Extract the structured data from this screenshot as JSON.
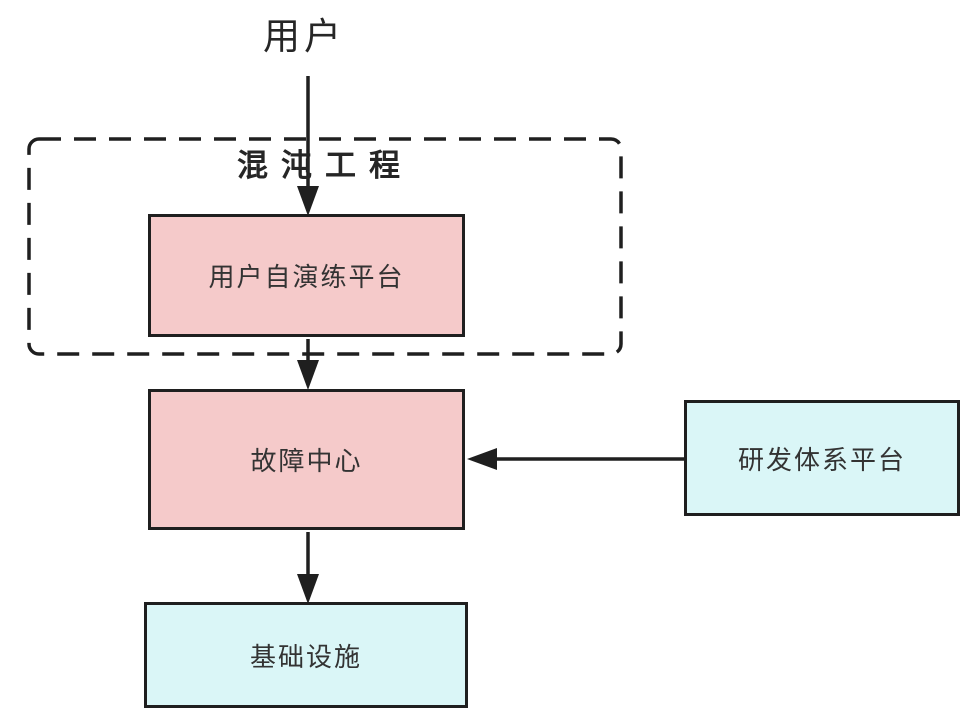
{
  "colors": {
    "node-pink": "#f5caca",
    "node-cyan": "#daf6f7",
    "stroke": "#1f1f1f",
    "text": "#262626"
  },
  "diagram": {
    "actor": "用户",
    "group_label": "混沌工程",
    "nodes": {
      "drill_platform": "用户自演练平台",
      "fault_center": "故障中心",
      "rd_platform": "研发体系平台",
      "infrastructure": "基础设施"
    },
    "edges": [
      {
        "from": "用户",
        "to": "用户自演练平台",
        "direction": "down"
      },
      {
        "from": "用户自演练平台",
        "to": "故障中心",
        "direction": "down"
      },
      {
        "from": "研发体系平台",
        "to": "故障中心",
        "direction": "left"
      },
      {
        "from": "故障中心",
        "to": "基础设施",
        "direction": "down"
      }
    ]
  }
}
